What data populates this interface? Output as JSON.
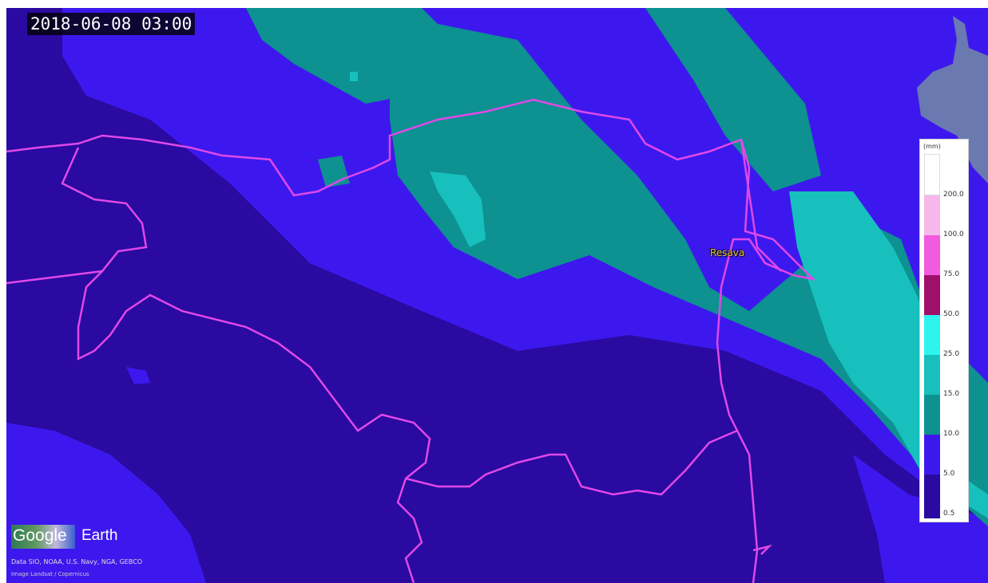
{
  "timestamp": "2018-06-08 03:00",
  "city_label": "Resava",
  "legend": {
    "unit": "(mm)",
    "colors": {
      "200": "#ffffff",
      "100": "#f6b8ea",
      "75": "#f25ae0",
      "50": "#a0106a",
      "25": "#2ff4ee",
      "15": "#17c0bc",
      "10": "#0d9191",
      "5": "#3d18ee",
      "0.5": "#2a0aa0"
    },
    "labels": [
      "200.0",
      "100.0",
      "75.0",
      "50.0",
      "25.0",
      "15.0",
      "10.0",
      "5.0",
      "0.5"
    ]
  },
  "branding": {
    "google": "Google",
    "earth": "Earth",
    "attribution": "Data SIO, NOAA, U.S. Navy, NGA, GEBCO",
    "imagery": "Image Landsat / Copernicus"
  },
  "colors": {
    "base": "#2a0aa0",
    "band_light": "#3d18ee",
    "band_teal": "#0d9191",
    "band_cyan": "#17c0bc",
    "terrain_gray": "#6a7ab0",
    "border_line": "#e048e8"
  }
}
